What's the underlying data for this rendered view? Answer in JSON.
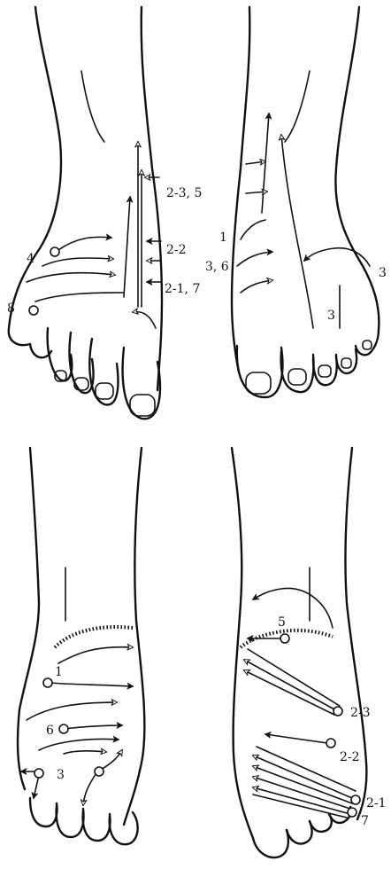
{
  "views": [
    {
      "id": "dorsal-right",
      "labels": [
        "2-3, 5",
        "2-2",
        "2-1, 7",
        "4",
        "8"
      ]
    },
    {
      "id": "dorsal-left",
      "labels": [
        "1",
        "3, 6",
        "3",
        "3"
      ]
    },
    {
      "id": "plantar-left",
      "labels": [
        "1",
        "6",
        "3"
      ]
    },
    {
      "id": "plantar-right",
      "labels": [
        "5",
        "2-3",
        "2-2",
        "2-1",
        "7"
      ]
    }
  ],
  "colors": {
    "ink": "#111111",
    "paper": "#ffffff"
  }
}
